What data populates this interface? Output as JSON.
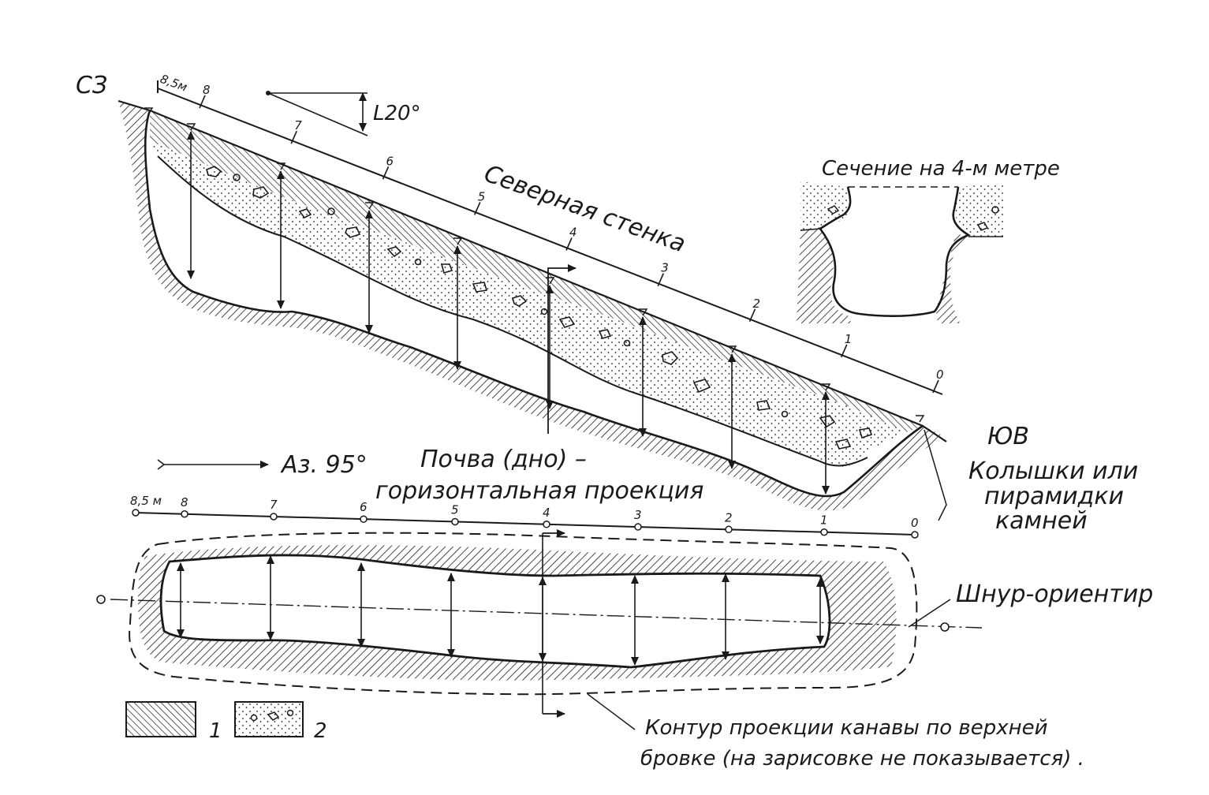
{
  "profile": {
    "nw_label": "СЗ",
    "se_label": "ЮВ",
    "wall_label": "Северная стенка",
    "scale_start_label": "8,5м",
    "scale_ticks": [
      "8",
      "7",
      "6",
      "5",
      "4",
      "3",
      "2",
      "1",
      "0"
    ],
    "dip_label": "L20°",
    "stakes_label_lines": [
      "Колышки или",
      "пирамидки",
      "камней"
    ]
  },
  "section": {
    "title": "Сечение на 4-м метре"
  },
  "plan": {
    "azimuth_label": "Аз. 95°",
    "floor_label_lines": [
      "Почва (дно) –",
      "горизонтальная проекция"
    ],
    "axis_start_label": "8,5 м",
    "axis_ticks": [
      "8",
      "7",
      "6",
      "5",
      "4",
      "3",
      "2",
      "1",
      "0"
    ],
    "cord_label": "Шнур-ориентир",
    "contour_note_lines": [
      "Контур проекции канавы по верхней",
      "бровке (на зарисовке  не показывается) ."
    ]
  },
  "legend": {
    "items": [
      {
        "number": "1",
        "pattern": "hatch"
      },
      {
        "number": "2",
        "pattern": "dots"
      }
    ]
  }
}
